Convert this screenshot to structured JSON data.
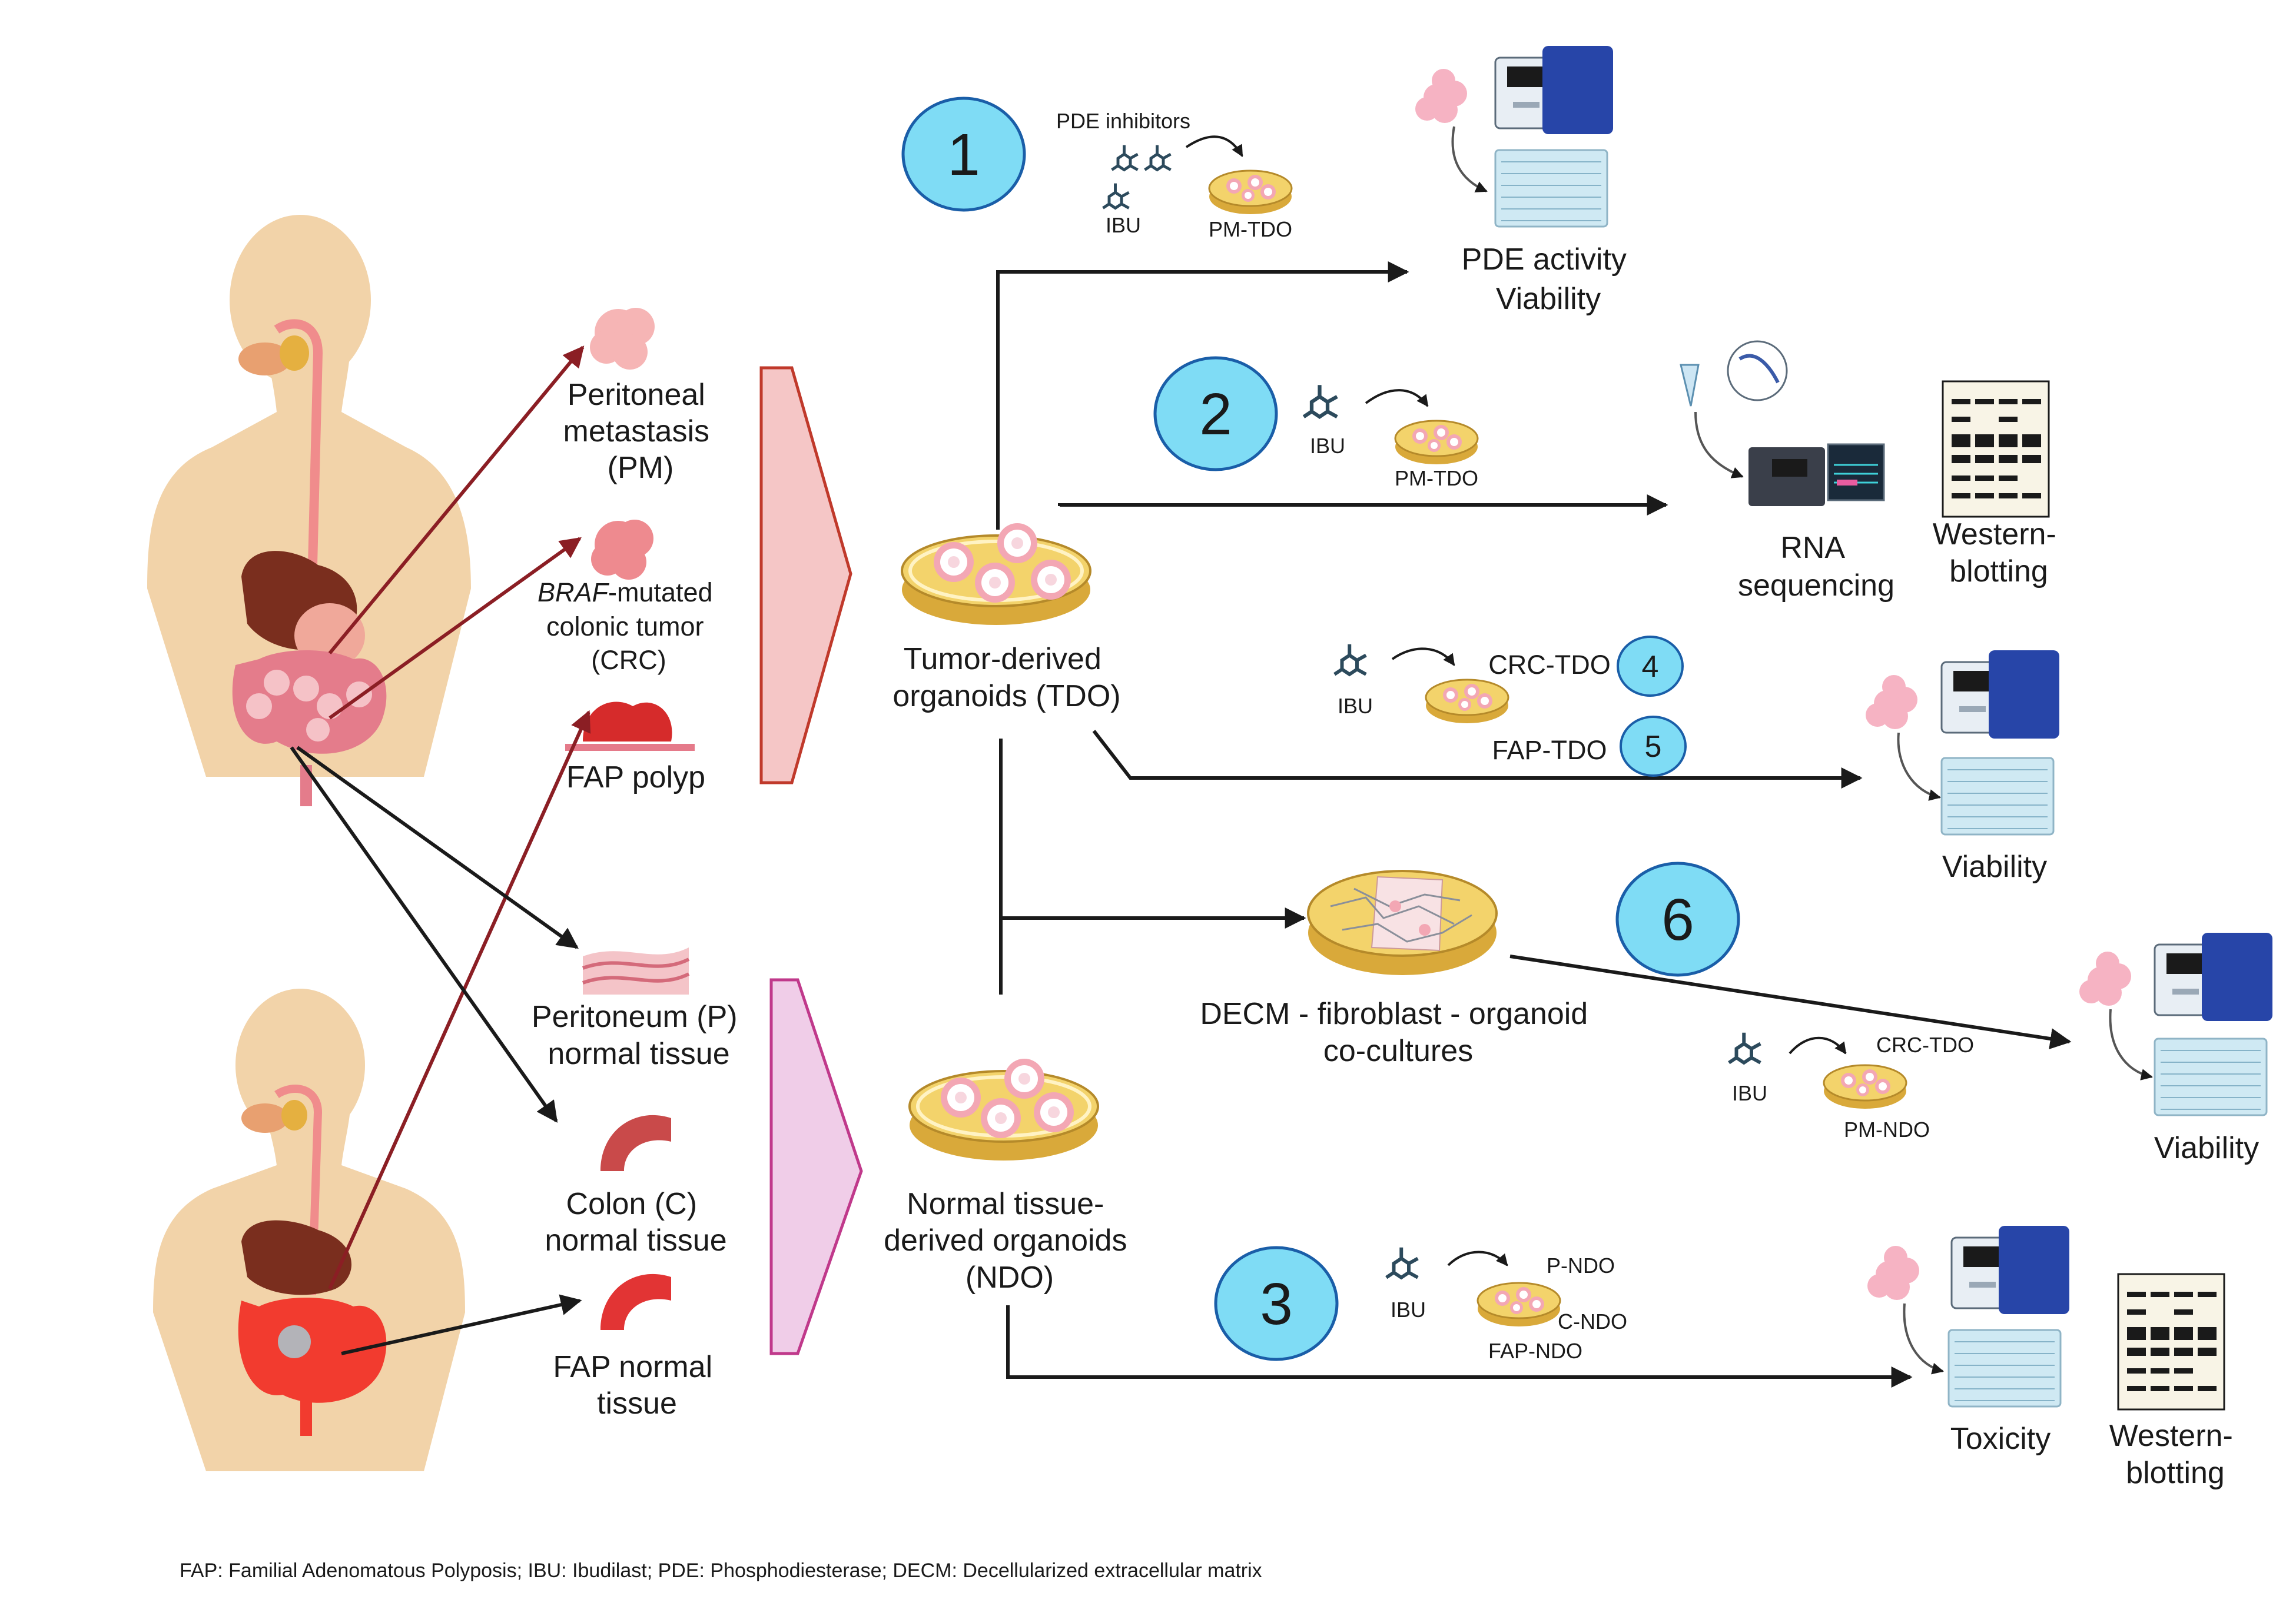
{
  "colors": {
    "dark_arrow": "#1a1a1a",
    "red_arrow": "#8b1e24",
    "step_circle_fill": "#7fdcf5",
    "step_circle_stroke": "#1a5ea8",
    "skin": "#f2d3a9",
    "dish": "#f3d36b",
    "tdo_funnel": "#f5c6c6",
    "ndo_funnel": "#f0cde8"
  },
  "tissues": {
    "pm": [
      "Peritoneal",
      "metastasis",
      "(PM)"
    ],
    "crc": {
      "italic": "BRAF",
      "line1_rest": "-mutated",
      "line2": "colonic tumor",
      "line3": "(CRC)"
    },
    "fap_polyp": "FAP polyp",
    "peritoneum": [
      "Peritoneum (P)",
      "normal tissue"
    ],
    "colon": [
      "Colon (C)",
      "normal tissue"
    ],
    "fap_normal": [
      "FAP normal",
      "tissue"
    ]
  },
  "organoids": {
    "tdo": [
      "Tumor-derived",
      "organoids (TDO)"
    ],
    "ndo": [
      "Normal tissue-",
      "derived organoids",
      "(NDO)"
    ]
  },
  "steps": {
    "s1": {
      "num": "1",
      "pde_inhibitors": "PDE inhibitors",
      "ibu": "IBU",
      "dish": "PM-TDO",
      "outcome": [
        "PDE activity",
        "Viability"
      ]
    },
    "s2": {
      "num": "2",
      "ibu": "IBU",
      "dish": "PM-TDO",
      "outcome_rna": [
        "RNA",
        "sequencing"
      ],
      "outcome_wb": [
        "Western-",
        "blotting"
      ]
    },
    "s45": {
      "num4": "4",
      "num5": "5",
      "ibu": "IBU",
      "crc": "CRC-TDO",
      "fap": "FAP-TDO",
      "outcome": "Viability"
    },
    "s6": {
      "num": "6",
      "caption": [
        "DECM - fibroblast - organoid",
        "co-cultures"
      ],
      "ibu": "IBU",
      "crc": "CRC-TDO",
      "pm": "PM-NDO",
      "outcome": "Viability"
    },
    "s3": {
      "num": "3",
      "ibu": "IBU",
      "p_ndo": "P-NDO",
      "c_ndo": "C-NDO",
      "fap_ndo": "FAP-NDO",
      "outcome_tox": "Toxicity",
      "outcome_wb": [
        "Western-",
        "blotting"
      ]
    }
  },
  "legend": "FAP: Familial Adenomatous Polyposis;  IBU: Ibudilast;  PDE: Phosphodiesterase;  DECM: Decellularized extracellular matrix"
}
